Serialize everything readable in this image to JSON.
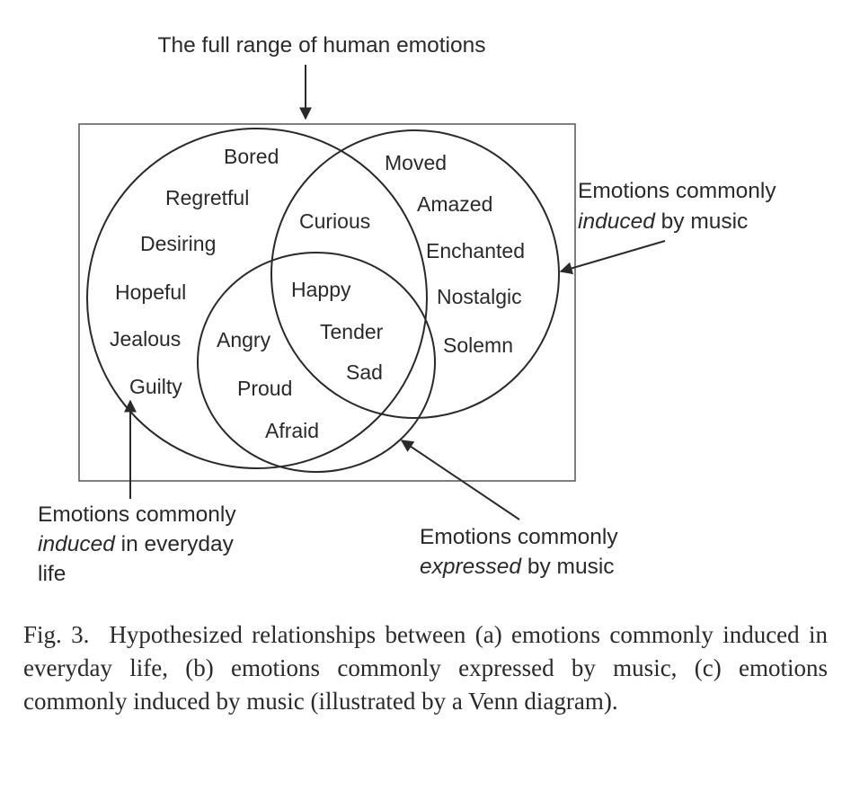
{
  "diagram": {
    "title": "The full range of human emotions",
    "callouts": {
      "induced_music": {
        "line1": "Emotions commonly",
        "line2_em": "induced",
        "line2_rest": " by music"
      },
      "induced_everyday": {
        "line1": "Emotions commonly",
        "line2_em": "induced",
        "line2_rest": " in everyday",
        "line3": "life"
      },
      "expressed_music": {
        "line1": "Emotions commonly",
        "line2_em": "expressed",
        "line2_rest": " by music"
      }
    },
    "emotions": [
      "Bored",
      "Regretful",
      "Desiring",
      "Hopeful",
      "Jealous",
      "Guilty",
      "Curious",
      "Moved",
      "Amazed",
      "Enchanted",
      "Nostalgic",
      "Solemn",
      "Happy",
      "Tender",
      "Sad",
      "Angry",
      "Proud",
      "Afraid"
    ]
  },
  "caption": {
    "label": "Fig. 3.",
    "text": "Hypothesized relationships between (a) emotions commonly induced in everyday life, (b) emotions commonly expressed by music, (c) emotions commonly induced by music (illustrated by a Venn diagram)."
  },
  "colors": {
    "ink": "#2a2a2a",
    "background": "#ffffff"
  }
}
